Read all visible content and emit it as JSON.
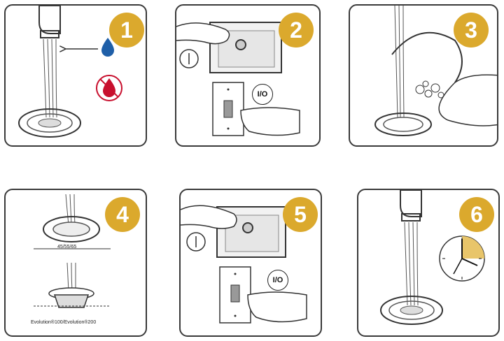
{
  "steps": [
    {
      "number": "1"
    },
    {
      "number": "2",
      "switch_label": "I/O"
    },
    {
      "number": "3"
    },
    {
      "number": "4",
      "model_top": "45/55/65",
      "model_bottom": "Evolution®100/Evolution®200"
    },
    {
      "number": "5",
      "switch_label": "I/O"
    },
    {
      "number": "6"
    }
  ],
  "colors": {
    "badge": "#dba92d",
    "cold_drop": "#1f5fa8",
    "hot_drop": "#c8102e",
    "outline": "#3a3a3a"
  },
  "icons": [
    "faucet-icon",
    "water-stream-icon",
    "drain-icon",
    "cold-water-drop-icon",
    "no-hot-water-icon",
    "power-symbol-icon",
    "wall-switch-icon",
    "hand-icon",
    "sink-basin-icon",
    "food-scraps-icon",
    "clock-icon"
  ]
}
